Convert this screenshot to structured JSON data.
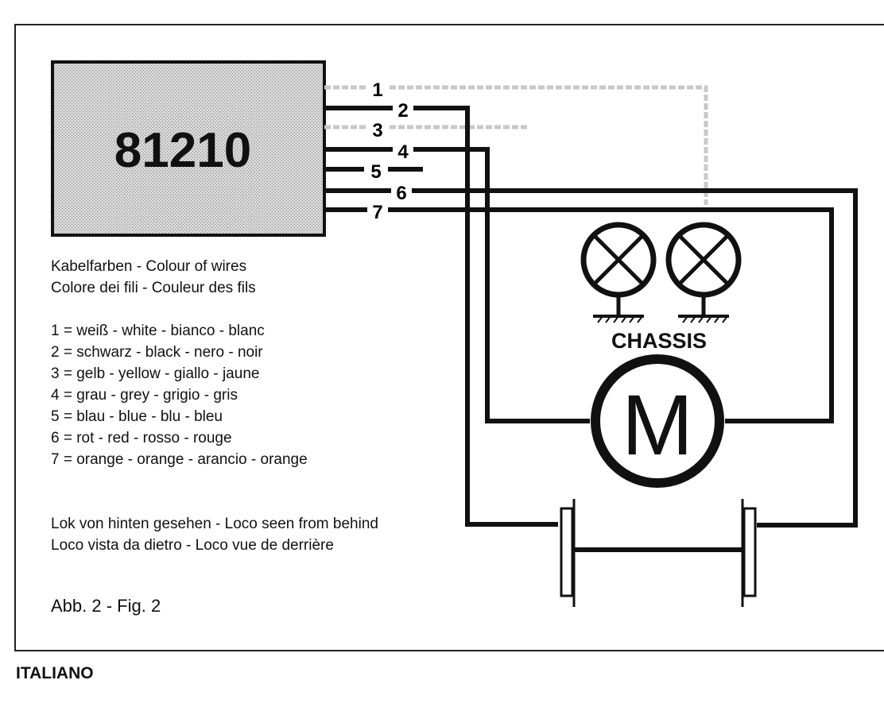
{
  "module": {
    "label": "81210"
  },
  "wires": [
    {
      "number": "1",
      "color": "#cfcfcf"
    },
    {
      "number": "2",
      "color": "#111111"
    },
    {
      "number": "3",
      "color": "#cfcfcf"
    },
    {
      "number": "4",
      "color": "#111111"
    },
    {
      "number": "5",
      "color": "#111111"
    },
    {
      "number": "6",
      "color": "#111111"
    },
    {
      "number": "7",
      "color": "#111111"
    }
  ],
  "legend": {
    "title_line1": "Kabelfarben - Colour of wires",
    "title_line2": "Colore dei fili - Couleur des fils",
    "items": [
      "1 = weiß - white - bianco - blanc",
      "2 = schwarz - black - nero - noir",
      "3 = gelb - yellow - giallo - jaune",
      "4 = grau - grey - grigio - gris",
      "5 = blau - blue - blu - bleu",
      "6 = rot - red - rosso - rouge",
      "7 = orange - orange - arancio - orange"
    ]
  },
  "view_note": {
    "line1": "Lok von hinten gesehen - Loco seen from behind",
    "line2": "Loco vista da dietro - Loco vue de derrière"
  },
  "chassis_label": "CHASSIS",
  "motor_label": "M",
  "figure_label": "Abb. 2 - Fig. 2",
  "footer_section": "ITALIANO"
}
